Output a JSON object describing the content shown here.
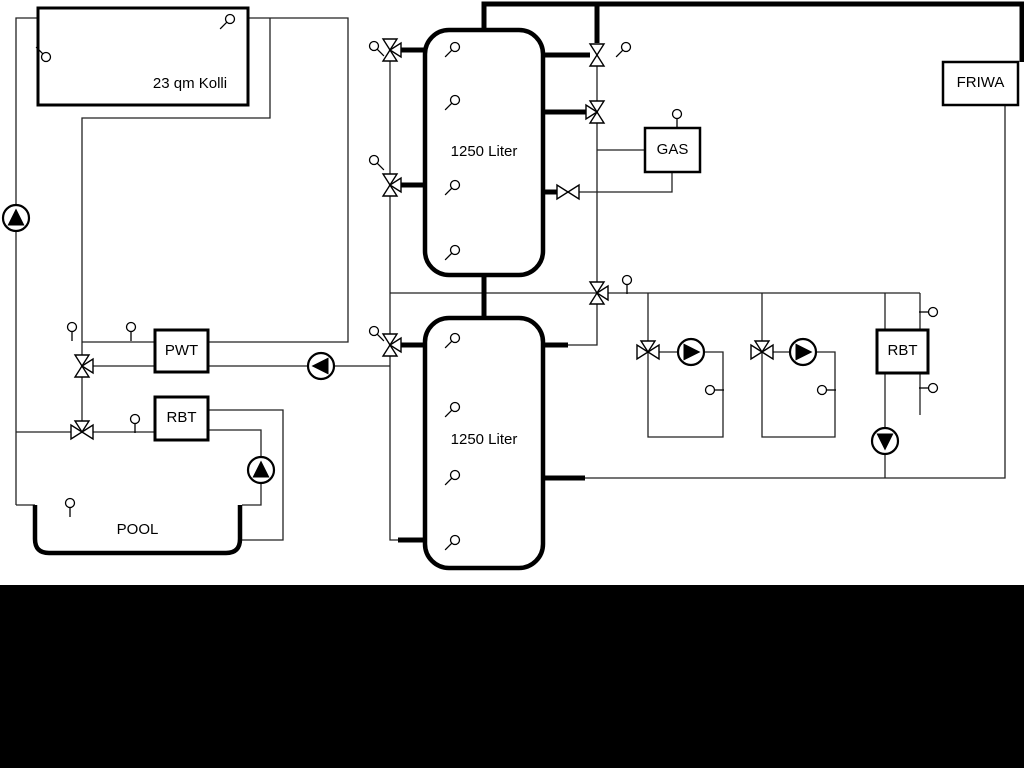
{
  "labels": {
    "collector": "23 qm Kolli",
    "tank_top": "1250 Liter",
    "tank_bottom": "1250 Liter",
    "gas": "GAS",
    "friwa": "FRIWA",
    "pwt": "PWT",
    "rbt_left": "RBT",
    "rbt_right": "RBT",
    "pool": "POOL"
  },
  "colors": {
    "background": "#ffffff",
    "line": "#000000",
    "letterbox": "#000000"
  },
  "symbols": {
    "pump_icon": "circle with solid triangle showing flow direction",
    "valve_icon": "bowtie / three-way mixing valve",
    "sensor_icon": "small circle with stem (temperature sensor)"
  }
}
